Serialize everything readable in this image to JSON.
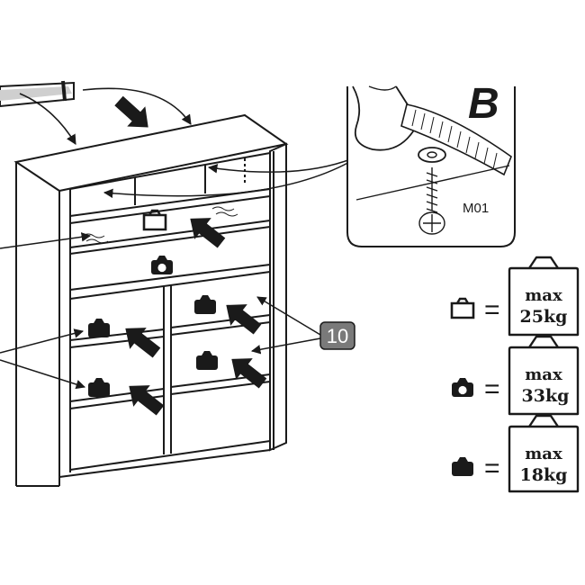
{
  "inset": {
    "letter": "B",
    "part_code": "M01"
  },
  "callout": {
    "number": "10"
  },
  "legend": [
    {
      "weight_icon": "outline-weight-icon",
      "equals": "=",
      "max_label": "max",
      "value": "25kg"
    },
    {
      "weight_icon": "filled-weight-with-hole-icon",
      "equals": "=",
      "max_label": "max",
      "value": "33kg"
    },
    {
      "weight_icon": "solid-weight-icon",
      "equals": "=",
      "max_label": "max",
      "value": "18kg"
    }
  ],
  "colors": {
    "line": "#1a1a1a",
    "callout_fill": "#7a7a7a",
    "callout_text": "#ffffff"
  }
}
